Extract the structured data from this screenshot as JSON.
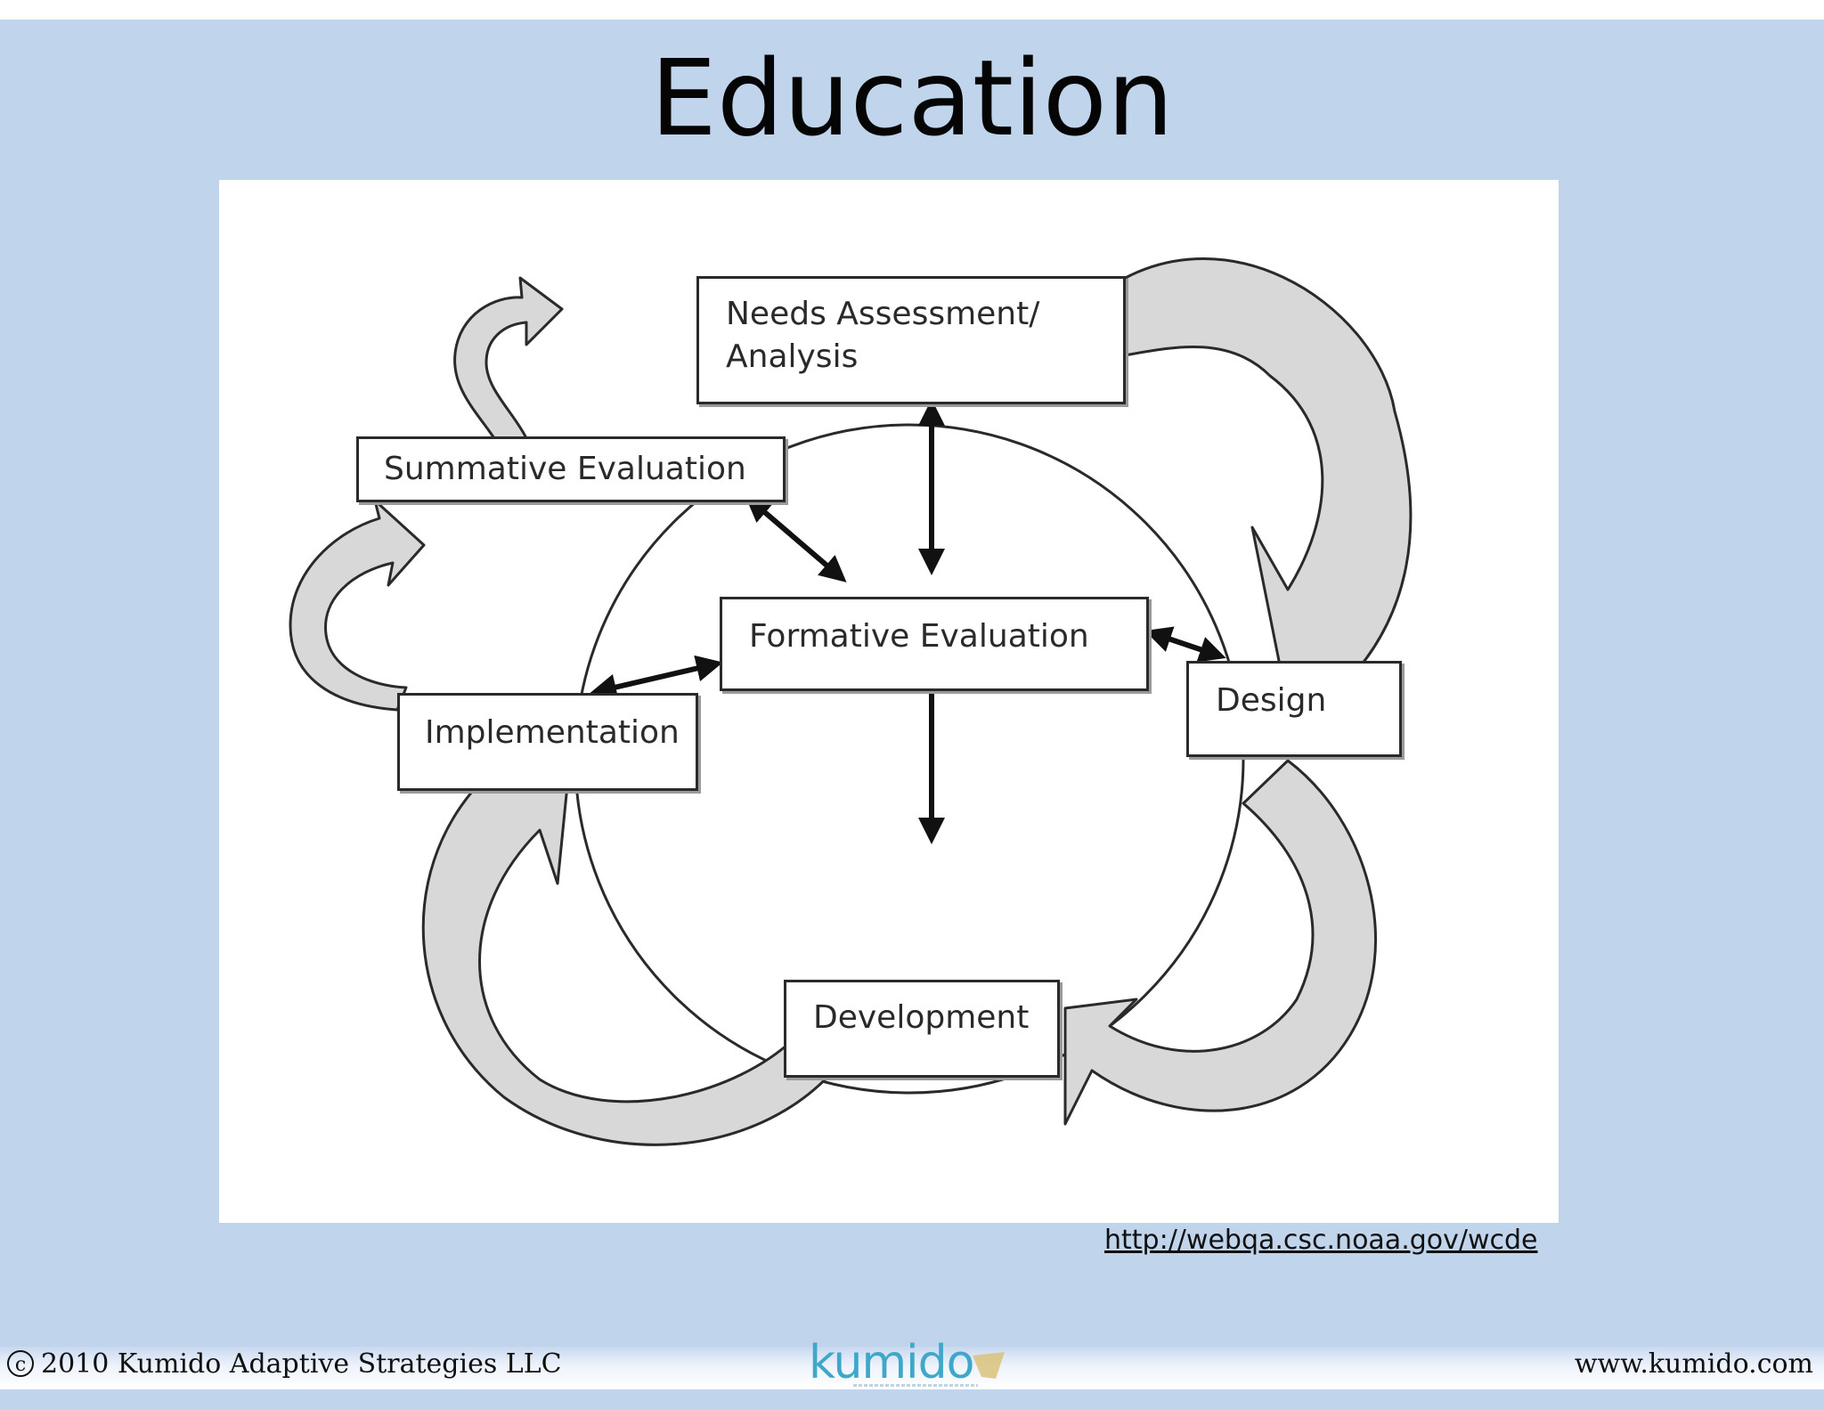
{
  "slide": {
    "title": "Education",
    "source_url": "http://webqa.csc.noaa.gov/wcde"
  },
  "diagram": {
    "nodes": {
      "needs_assessment": "Needs Assessment/\nAnalysis",
      "summative_evaluation": "Summative Evaluation",
      "formative_evaluation": "Formative Evaluation",
      "implementation": "Implementation",
      "design": "Design",
      "development": "Development"
    }
  },
  "footer": {
    "copyright_symbol": "c",
    "copyright_text": "2010 Kumido Adaptive Strategies LLC",
    "logo_text": "kumido",
    "website": "www.kumido.com"
  },
  "colors": {
    "slide_background": "#c0d4ec",
    "arrow_fill": "#d8d8d8",
    "logo_text": "#3fa7c9",
    "logo_mark": "#d9c27a"
  }
}
